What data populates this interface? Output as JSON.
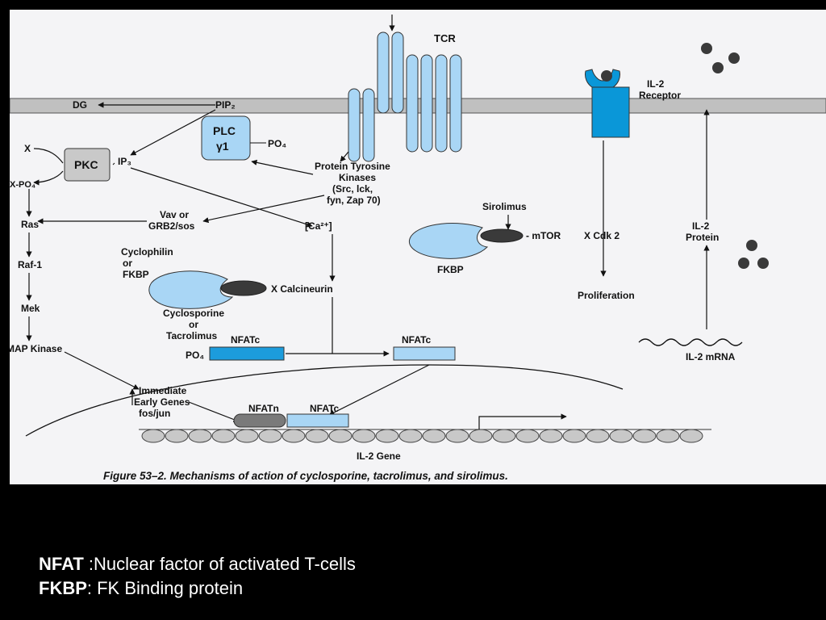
{
  "figure": {
    "caption": "Figure 53–2. Mechanisms of action of cyclosporine, tacrolimus, and sirolimus.",
    "labels": {
      "tcr": "TCR",
      "dg": "DG",
      "pip2": "PIP₂",
      "plc": "PLC",
      "gamma1": "γ1",
      "po4_plc": "PO₄",
      "x": "X",
      "pkc": "PKC",
      "ip3": "IP₃",
      "x_po4": "X-PO₄",
      "ptk_line1": "Protein Tyrosine",
      "ptk_line2": "Kinases",
      "ptk_line3": "(Src, lck,",
      "ptk_line4": "fyn, Zap 70)",
      "ras": "Ras",
      "vav_line1": "Vav or",
      "vav_line2": "GRB2/sos",
      "ca": "[Ca²⁺]",
      "raf1": "Raf-1",
      "cyclophilin_line1": "Cyclophilin",
      "cyclophilin_line2": "or",
      "cyclophilin_line3": "FKBP",
      "calcineurin": "X Calcineurin",
      "mek": "Mek",
      "cyclosporine_line1": "Cyclosporine",
      "cyclosporine_line2": "or",
      "cyclosporine_line3": "Tacrolimus",
      "map_kinase": "MAP Kinase",
      "nfatc_left": "NFATc",
      "po4_nfat": "PO₄",
      "nfatc_right": "NFATc",
      "immediate_line1": "Immediate",
      "immediate_line2": "Early Genes",
      "immediate_line3": "fos/jun",
      "nfatn": "NFATn",
      "nfatc_dna": "NFATc",
      "il2_gene": "IL-2 Gene",
      "sirolimus": "Sirolimus",
      "mtor": "- mTOR",
      "cdk2": "X Cdk 2",
      "fkbp": "FKBP",
      "proliferation": "Proliferation",
      "il2_receptor_line1": "IL-2",
      "il2_receptor_line2": "Receptor",
      "il2_protein_line1": "IL-2",
      "il2_protein_line2": "Protein",
      "il2_mrna": "IL-2 mRNA"
    }
  },
  "legend": [
    {
      "term": "NFAT",
      "definition": " :Nuclear factor of activated T-cells"
    },
    {
      "term": "FKBP",
      "definition": ": FK Binding protein"
    }
  ],
  "colors": {
    "page_background": "#000000",
    "figure_background": "#f4f4f6",
    "membrane": "#c0c0c0",
    "light_blue": "#a9d6f5",
    "cyan_receptor": "#0a97d8",
    "gray_dark": "#3a3a3a",
    "nfat_blue": "#1c9cdc"
  }
}
